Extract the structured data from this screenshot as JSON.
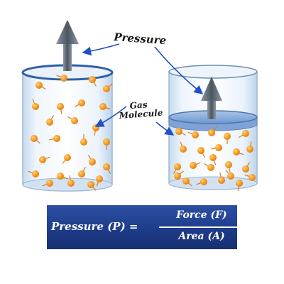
{
  "labels": {
    "pressure": "Pressure",
    "gas_line1": "Gas",
    "gas_line2": "Molecule"
  },
  "formula": {
    "lhs": "Pressure (P) =",
    "numerator": "Force (F)",
    "denominator": "Area (A)"
  },
  "colors": {
    "formula_bg": "#1e3c8a",
    "molecule": "#f39a24",
    "arrow": "#5a6570",
    "pointer": "#1f4fc9",
    "glass": "#dbe8f5"
  }
}
